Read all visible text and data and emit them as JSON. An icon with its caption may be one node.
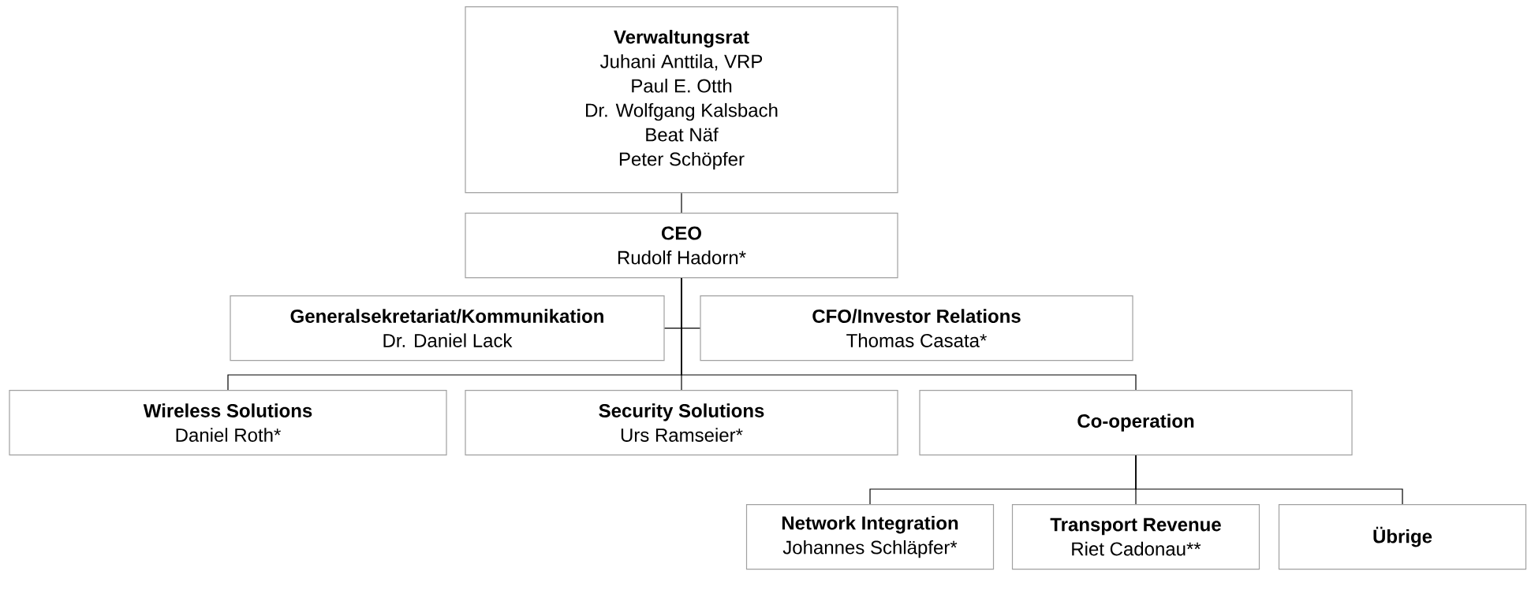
{
  "diagram": {
    "nodes": [
      {
        "text": [
          "Verwaltungsrat",
          "Juhani Anttila, VRP",
          "Paul E. Otth",
          "Dr. Wolfgang Kalsbach",
          "Beat Näf",
          "Peter Schöpfer"
        ]
      },
      {
        "text": [
          "CEO",
          "Rudolf Hadorn*"
        ]
      },
      {
        "text": [
          "Generalsekretariat/Kommunikation",
          "Dr. Daniel Lack"
        ]
      },
      {
        "text": [
          "CFO/Investor Relations",
          "Thomas Casata*"
        ]
      },
      {
        "text": [
          "Wireless Solutions",
          "Daniel Roth*"
        ]
      },
      {
        "text": [
          "Security Solutions",
          "Urs Ramseier*"
        ]
      },
      {
        "text": [
          "Co-operation"
        ]
      },
      {
        "text": [
          "Network Integration",
          "Johannes Schläpfer*"
        ]
      },
      {
        "text": [
          "Transport Revenue",
          "Riet Cadonau**"
        ]
      },
      {
        "text": [
          "Übrige"
        ]
      }
    ],
    "edges": [
      {
        "from": 0,
        "to": 1,
        "arrow": "none"
      },
      {
        "from": 1,
        "to": 2,
        "arrow": "none"
      },
      {
        "from": 1,
        "to": 3,
        "arrow": "none"
      },
      {
        "from": 1,
        "to": 4,
        "arrow": "none"
      },
      {
        "from": 1,
        "to": 5,
        "arrow": "none"
      },
      {
        "from": 1,
        "to": 6,
        "arrow": "none"
      },
      {
        "from": 6,
        "to": 7,
        "arrow": "none"
      },
      {
        "from": 6,
        "to": 8,
        "arrow": "none"
      },
      {
        "from": 6,
        "to": 9,
        "arrow": "none"
      }
    ]
  }
}
